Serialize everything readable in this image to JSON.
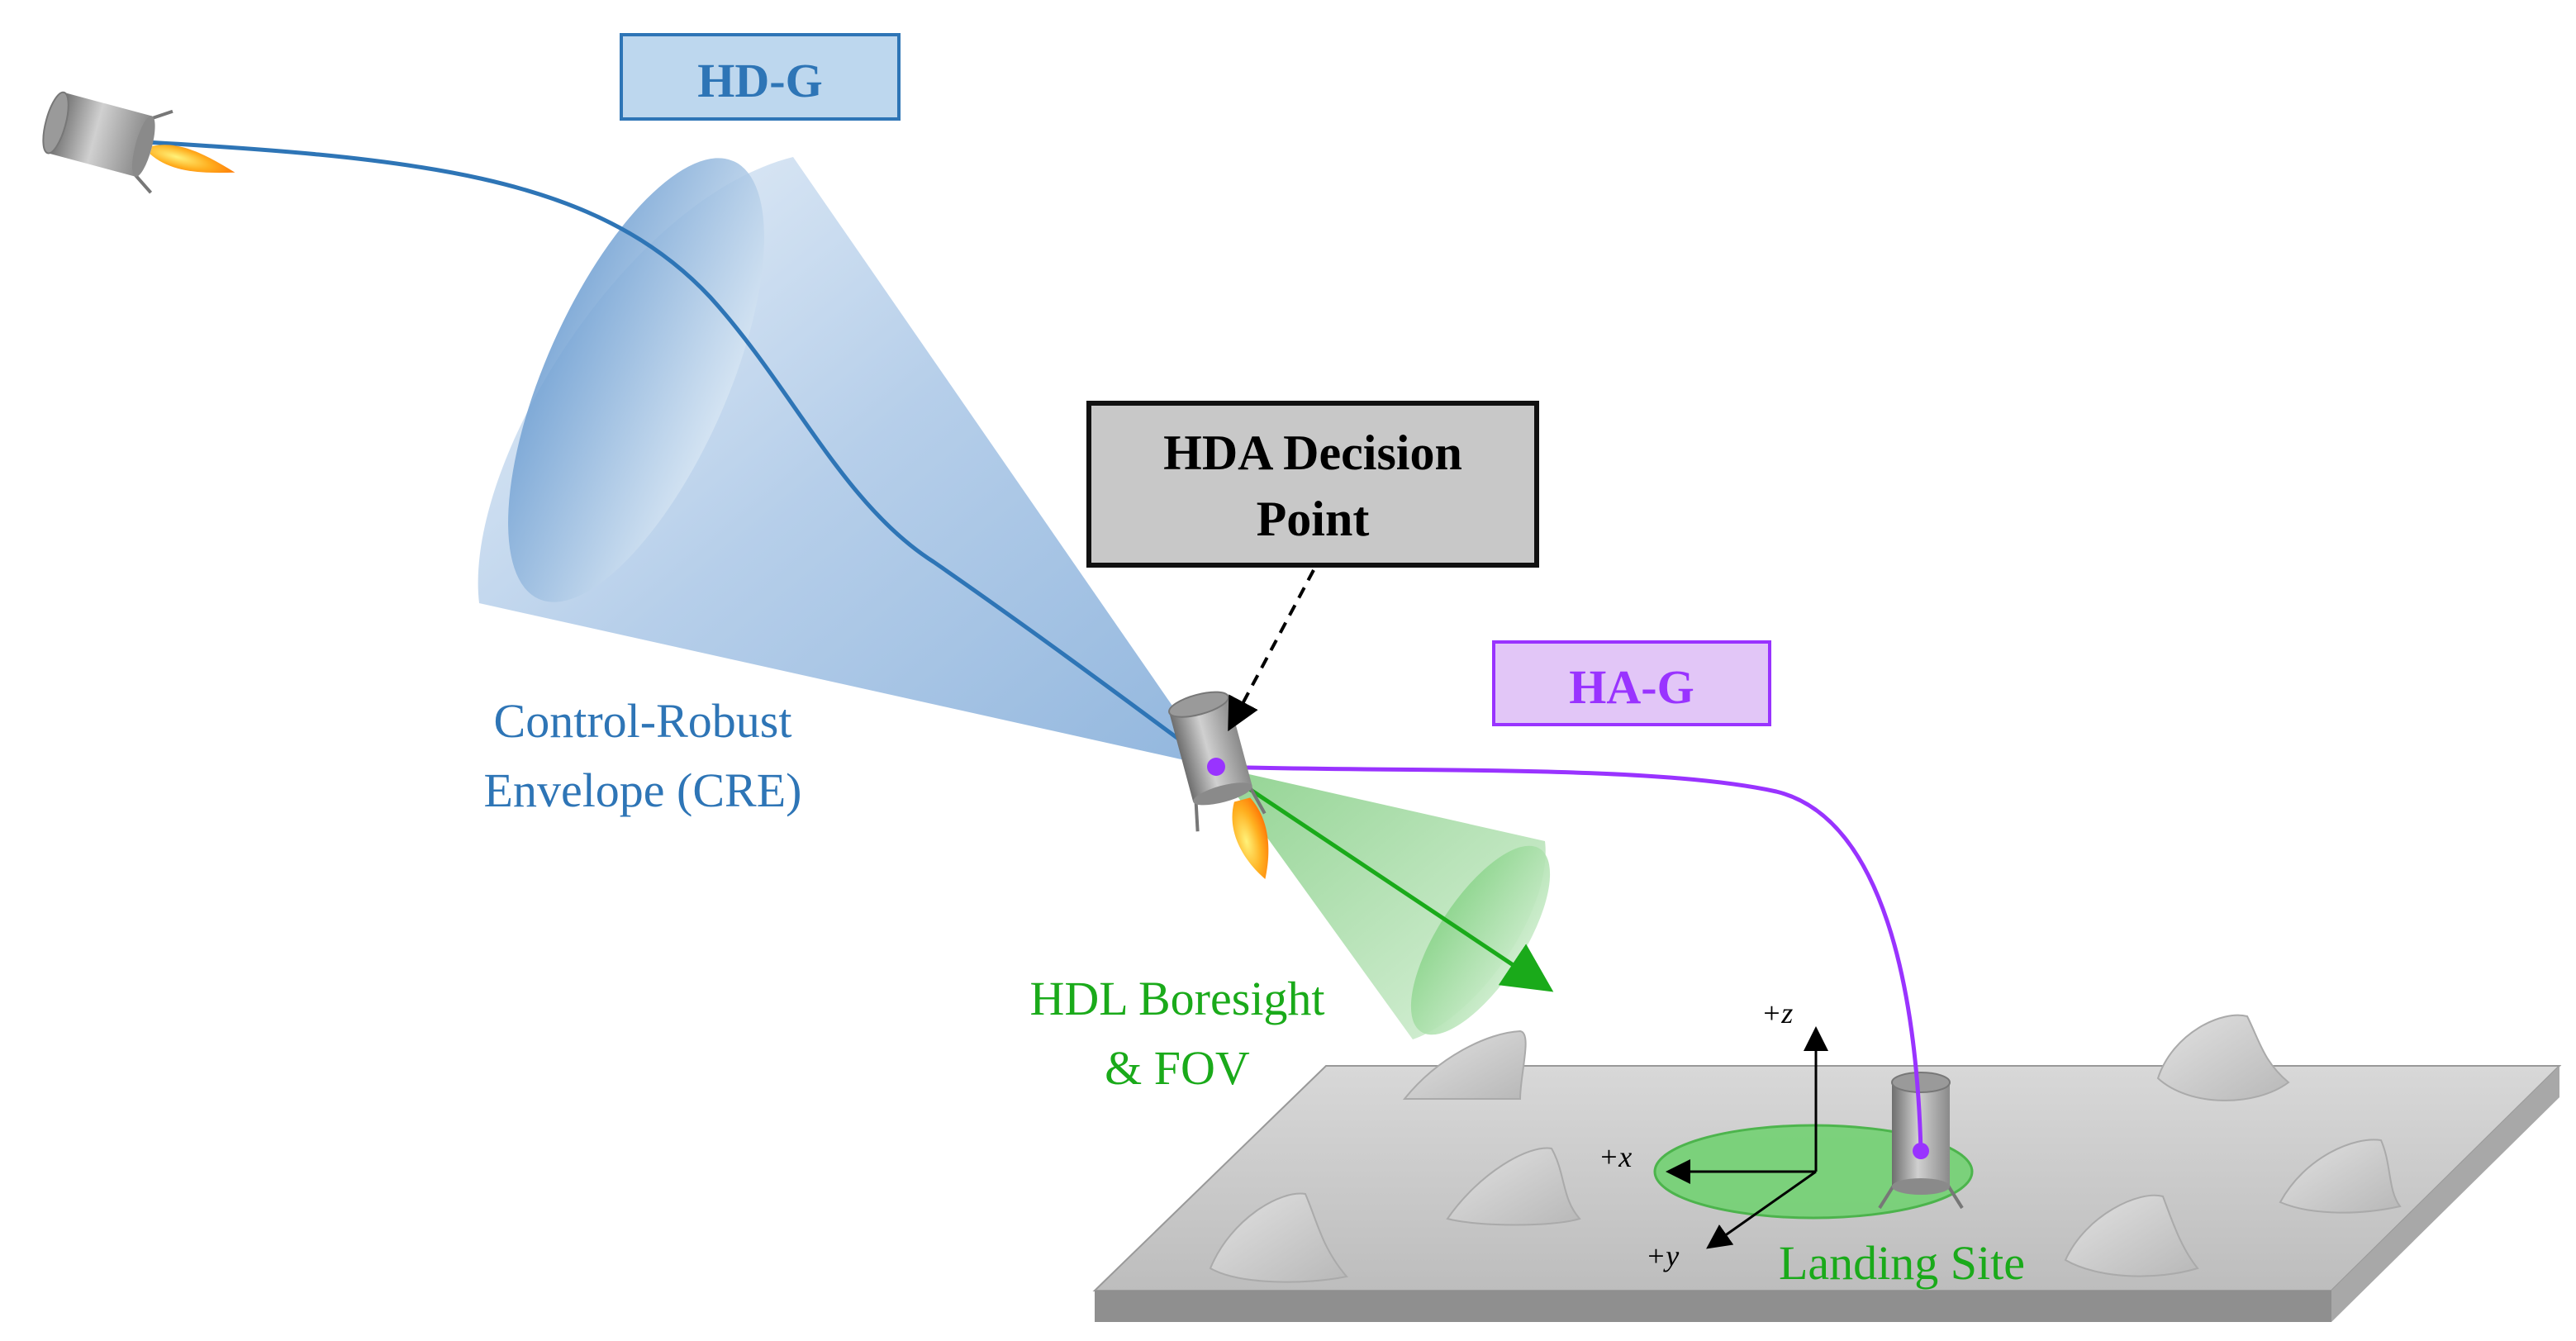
{
  "labels": {
    "hd_g": "HD-G",
    "ha_g": "HA-G",
    "decision_point_line1": "HDA Decision",
    "decision_point_line2": "Point",
    "cre_line1": "Control-Robust",
    "cre_line2": "Envelope (CRE)",
    "hdl_line1": "HDL Boresight",
    "hdl_line2": "& FOV",
    "landing_site": "Landing Site",
    "axis_x": "+x",
    "axis_y": "+y",
    "axis_z": "+z"
  },
  "colors": {
    "hd_g_blue": "#2e75b6",
    "hd_g_box_fill": "#bdd7ee",
    "ha_g_purple": "#9933ff",
    "ha_g_box_fill": "#e2c6f7",
    "hdl_green": "#1aaa1a",
    "decision_box_fill": "#c8c8c8",
    "surface_gray": "#c6c6c6"
  },
  "icons": [
    "lander-icon",
    "thruster-flame-icon",
    "boulder-icon"
  ]
}
